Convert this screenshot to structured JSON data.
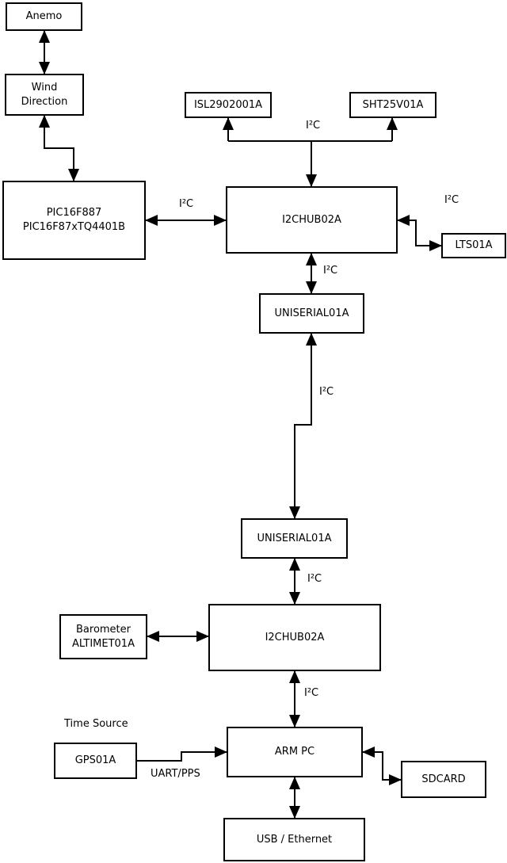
{
  "diagram": {
    "type": "block-diagram",
    "nodes": {
      "anemo": {
        "label": "Anemo"
      },
      "wind_direction": {
        "label": "Wind\nDirection"
      },
      "pic": {
        "label": "PIC16F887\nPIC16F87xTQ4401B"
      },
      "isl": {
        "label": "ISL2902001A"
      },
      "sht": {
        "label": "SHT25V01A"
      },
      "i2c_hub_1": {
        "label": "I2CHUB02A"
      },
      "lts": {
        "label": "LTS01A"
      },
      "uniserial_1": {
        "label": "UNISERIAL01A"
      },
      "uniserial_2": {
        "label": "UNISERIAL01A"
      },
      "i2c_hub_2": {
        "label": "I2CHUB02A"
      },
      "barometer": {
        "label": "Barometer\nALTIMET01A"
      },
      "gps": {
        "label": "GPS01A"
      },
      "arm_pc": {
        "label": "ARM PC"
      },
      "sdcard": {
        "label": "SDCARD"
      },
      "usb_ethernet": {
        "label": "USB / Ethernet"
      }
    },
    "edge_labels": {
      "i2c_sensors": "I²C",
      "i2c_pic_hub1": "I²C",
      "i2c_hub1_lts": "I²C",
      "i2c_hub1_uniserial1": "I²C",
      "i2c_uniserial_link": "I²C",
      "i2c_uniserial2_hub2": "I²C",
      "i2c_hub2_armpc": "I²C",
      "time_source": "Time Source",
      "uart_pps": "UART/PPS"
    },
    "colors": {
      "line": "#000000",
      "box_border": "#000000",
      "box_fill": "#ffffff",
      "text": "#000000",
      "background": "#ffffff"
    }
  }
}
